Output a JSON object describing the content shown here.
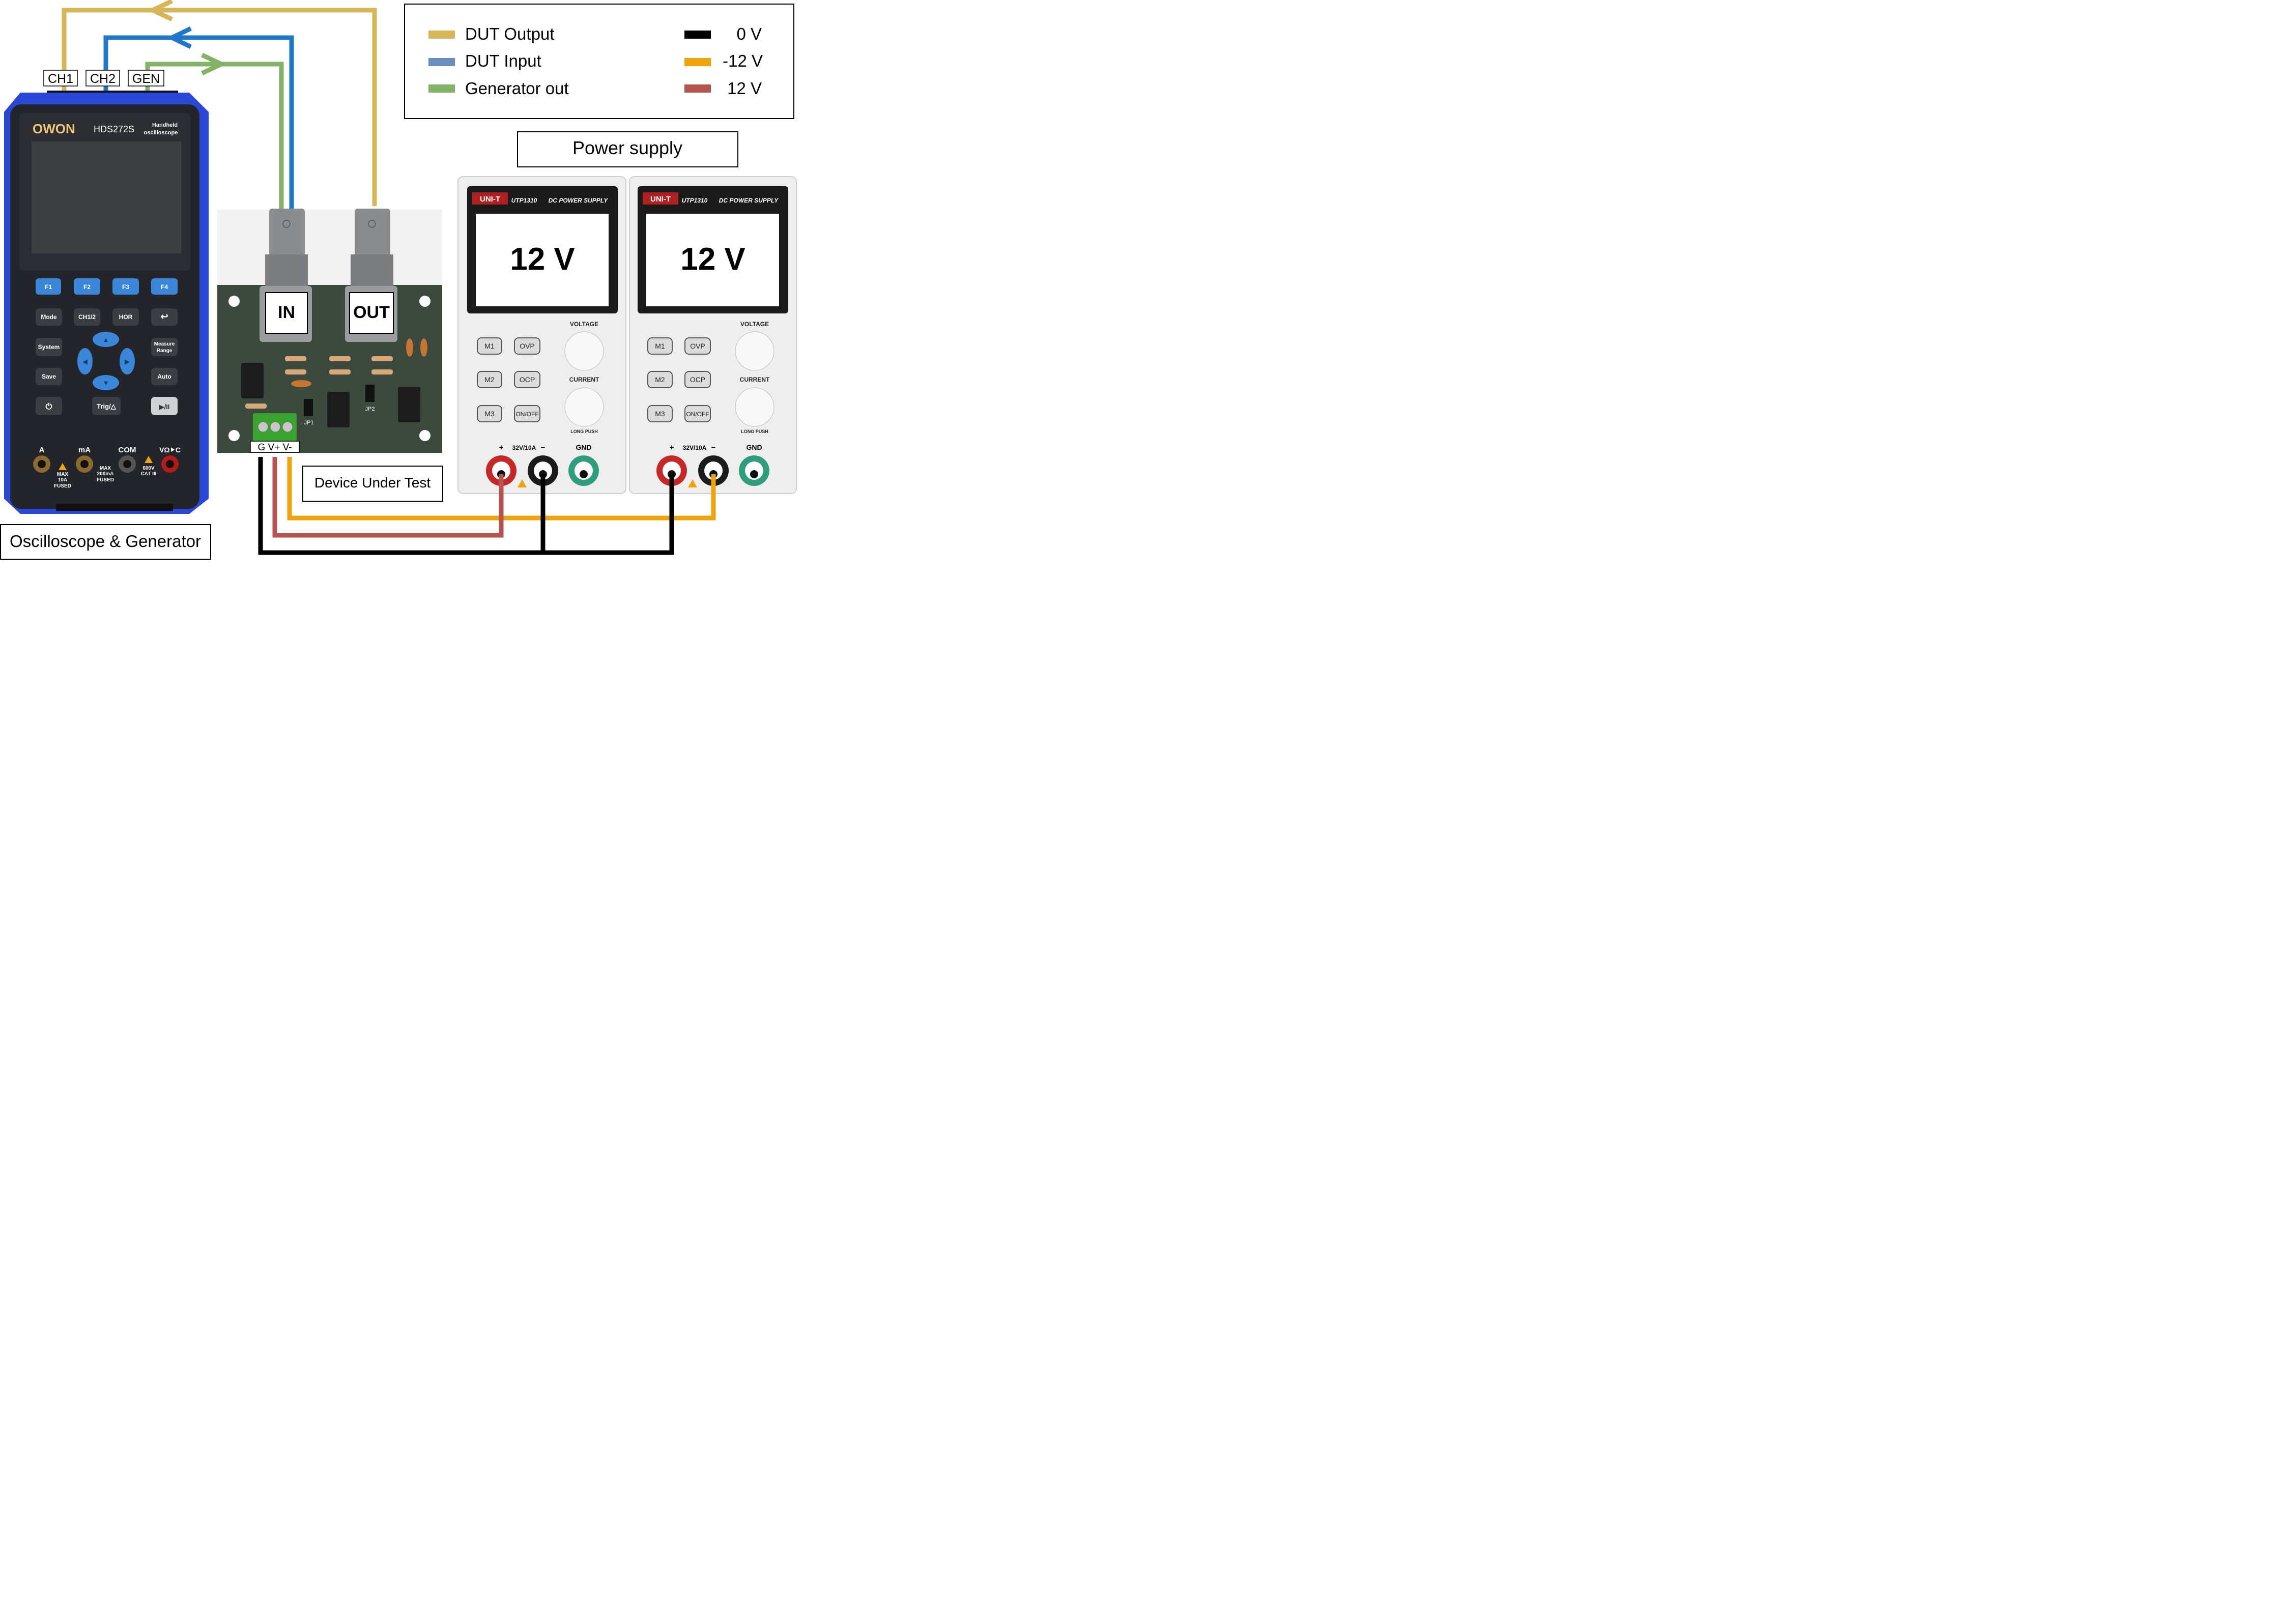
{
  "colors": {
    "dut_output": "#d6b656",
    "dut_input": "#6c8ebf",
    "generator_out": "#82b366",
    "wire_0v": "#000000",
    "wire_neg12v": "#f0a30a",
    "wire_12v": "#b85450",
    "probe_blue": "#1f77c8",
    "scope_body": "#2948d8",
    "pcb": "#3b4a3c"
  },
  "legend": {
    "items": [
      {
        "label": "DUT Output",
        "color": "#d6b656"
      },
      {
        "label": "DUT Input",
        "color": "#6c8ebf"
      },
      {
        "label": "Generator out",
        "color": "#82b366"
      }
    ],
    "voltages": [
      {
        "label": "0 V",
        "color": "#000000"
      },
      {
        "label": "-12 V",
        "color": "#f0a30a"
      },
      {
        "label": "12 V",
        "color": "#b85450"
      }
    ]
  },
  "labels": {
    "power_supply": "Power supply",
    "device_under_test": "Device Under Test",
    "oscilloscope": "Oscilloscope & Generator"
  },
  "scope": {
    "ports": [
      "CH1",
      "CH2",
      "GEN"
    ],
    "brand": "OWON",
    "model": "HDS272S",
    "subtitle_line1": "Handheld",
    "subtitle_line2": "oscilloscope",
    "fkeys": [
      "F1",
      "F2",
      "F3",
      "F4"
    ],
    "key_mode": "Mode",
    "key_ch12": "CH1/2",
    "key_hor": "HOR",
    "key_back": "↩",
    "key_system": "System",
    "key_measure1": "Measure",
    "key_measure2": "Range",
    "key_save": "Save",
    "key_auto": "Auto",
    "key_power": "⏻",
    "key_trig": "Trig/△",
    "key_play": "▶/II",
    "arrow_up": "▲",
    "arrow_down": "▼",
    "arrow_left": "◀",
    "arrow_right": "▶",
    "jack_a": "A",
    "jack_ma": "mA",
    "jack_com": "COM",
    "jack_v": "VΩ⯈C",
    "max10a_1": "MAX",
    "max10a_2": "10A",
    "fused": "FUSED",
    "max200_1": "MAX",
    "max200_2": "200mA",
    "cat_1": "600V",
    "cat_2": "CAT III"
  },
  "dut": {
    "in_label": "IN",
    "out_label": "OUT",
    "terminal_label": "G V+ V-",
    "jp1": "JP1",
    "jp2": "JP2"
  },
  "psu": {
    "units": [
      {
        "brand": "UNI-T",
        "model": "UTP1310",
        "type": "DC POWER SUPPLY",
        "display": "12 V",
        "voltage_label": "VOLTAGE",
        "current_label": "CURRENT",
        "m1": "M1",
        "m2": "M2",
        "m3": "M3",
        "ovp": "OVP",
        "ocp": "OCP",
        "onoff": "ON/OFF",
        "long_push": "LONG PUSH",
        "rating": "32V/10A",
        "plus": "+",
        "minus": "−",
        "gnd": "GND"
      },
      {
        "brand": "UNI-T",
        "model": "UTP1310",
        "type": "DC POWER SUPPLY",
        "display": "12 V",
        "voltage_label": "VOLTAGE",
        "current_label": "CURRENT",
        "m1": "M1",
        "m2": "M2",
        "m3": "M3",
        "ovp": "OVP",
        "ocp": "OCP",
        "onoff": "ON/OFF",
        "long_push": "LONG PUSH",
        "rating": "32V/10A",
        "plus": "+",
        "minus": "−",
        "gnd": "GND"
      }
    ]
  }
}
